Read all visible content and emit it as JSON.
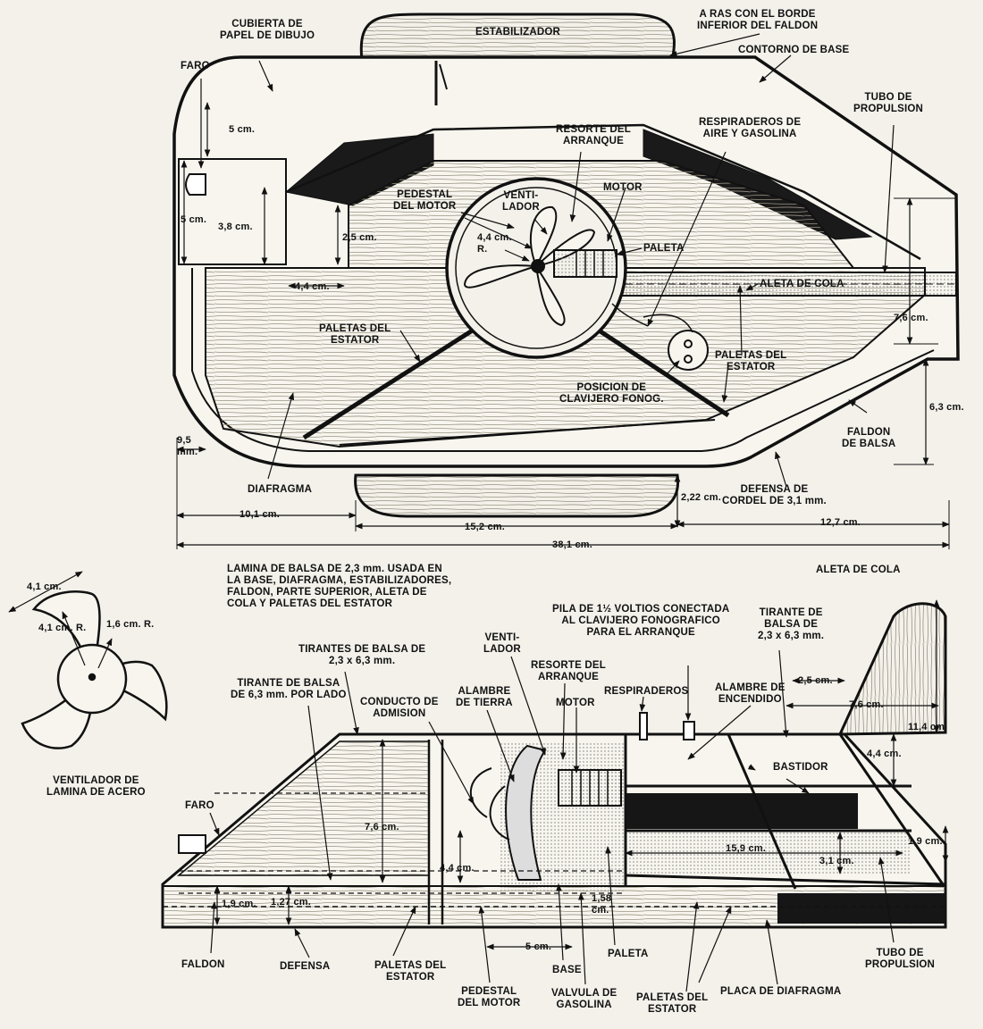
{
  "top_view": {
    "labels": {
      "cubierta": "CUBIERTA DE\nPAPEL DE DIBUJO",
      "estabilizador": "ESTABILIZADOR",
      "a_ras": "A RAS CON EL BORDE\nINFERIOR DEL FALDON",
      "contorno": "CONTORNO DE BASE",
      "faro": "FARO",
      "tubo": "TUBO DE\nPROPULSION",
      "resorte": "RESORTE DEL\nARRANQUE",
      "respiraderos": "RESPIRADEROS DE\nAIRE Y GASOLINA",
      "motor": "MOTOR",
      "pedestal": "PEDESTAL\nDEL MOTOR",
      "ventilador": "VENTI-\nLADOR",
      "paleta": "PALETA",
      "aleta": "ALETA DE COLA",
      "paletas_estator_1": "PALETAS DEL\nESTATOR",
      "paletas_estator_2": "PALETAS DEL\nESTATOR",
      "posicion": "POSICION DE\nCLAVIJERO FONOG.",
      "faldon_balsa": "FALDON\nDE BALSA",
      "diafragma": "DIAFRAGMA",
      "defensa": "DEFENSA DE\nCORDEL DE 3,1 mm."
    },
    "dimensions": {
      "d5a": "5 cm.",
      "d5b": "5 cm.",
      "d38": "3,8 cm.",
      "d25": "2,5 cm.",
      "d44r": "4,4 cm.\nR.",
      "d44": "4,4 cm.",
      "d76": "7,6 cm.",
      "d63": "6,3 cm.",
      "d95": "9,5\nmm.",
      "d222": "2,22 cm.",
      "d101": "10,1 cm.",
      "d152": "15,2 cm.",
      "d127": "12,7 cm.",
      "d381": "38,1 cm."
    }
  },
  "fan_detail": {
    "d41a": "4,1 cm.",
    "d41r": "4,1 cm. R.",
    "d16r": "1,6 cm. R.",
    "caption": "VENTILADOR DE\nLAMINA DE ACERO"
  },
  "notes": {
    "lamina": "LAMINA DE BALSA DE 2,3 mm. USADA EN\nLA BASE, DIAFRAGMA, ESTABILIZADORES,\nFALDON, PARTE SUPERIOR, ALETA DE\nCOLA Y PALETAS DEL ESTATOR",
    "pila": "PILA DE 1½ VOLTIOS CONECTADA\nAL CLAVIJERO FONOGRAFICO\nPARA EL ARRANQUE"
  },
  "side_view": {
    "labels": {
      "tirantes_balsa": "TIRANTES DE BALSA DE\n2,3 x 6,3 mm.",
      "tirante_63": "TIRANTE DE BALSA\nDE 6,3 mm. POR LADO",
      "conducto": "CONDUCTO DE\nADMISION",
      "alambre_tierra": "ALAMBRE\nDE TIERRA",
      "ventilador": "VENTI-\nLADOR",
      "resorte": "RESORTE DEL\nARRANQUE",
      "motor": "MOTOR",
      "respiraderos": "RESPIRADEROS",
      "alambre_encendido": "ALAMBRE DE\nENCENDIDO",
      "aleta": "ALETA DE COLA",
      "tirante_right": "TIRANTE DE\nBALSA DE\n2,3 x 6,3 mm.",
      "bastidor": "BASTIDOR",
      "faro": "FARO",
      "faldon": "FALDON",
      "defensa": "DEFENSA",
      "paletas_1": "PALETAS DEL\nESTATOR",
      "pedestal": "PEDESTAL\nDEL MOTOR",
      "base": "BASE",
      "valvula": "VALVULA DE\nGASOLINA",
      "paleta": "PALETA",
      "paletas_2": "PALETAS DEL\nESTATOR",
      "placa": "PLACA DE DIAFRAGMA",
      "tubo": "TUBO DE\nPROPULSION"
    },
    "dimensions": {
      "d25": "2,5 cm.",
      "d76a": "7,6 cm.",
      "d114": "11,4 cm",
      "d44": "4,4 cm.",
      "d76b": "7,6 cm.",
      "d159": "15,9 cm.",
      "d19a": "1,9 cm.",
      "d31": "3,1 cm.",
      "d44b": "4,4 cm.",
      "d19b": "1,9 cm.",
      "d127": "1,27 cm.",
      "d5": "5 cm.",
      "d158": "1,58\ncm."
    }
  }
}
